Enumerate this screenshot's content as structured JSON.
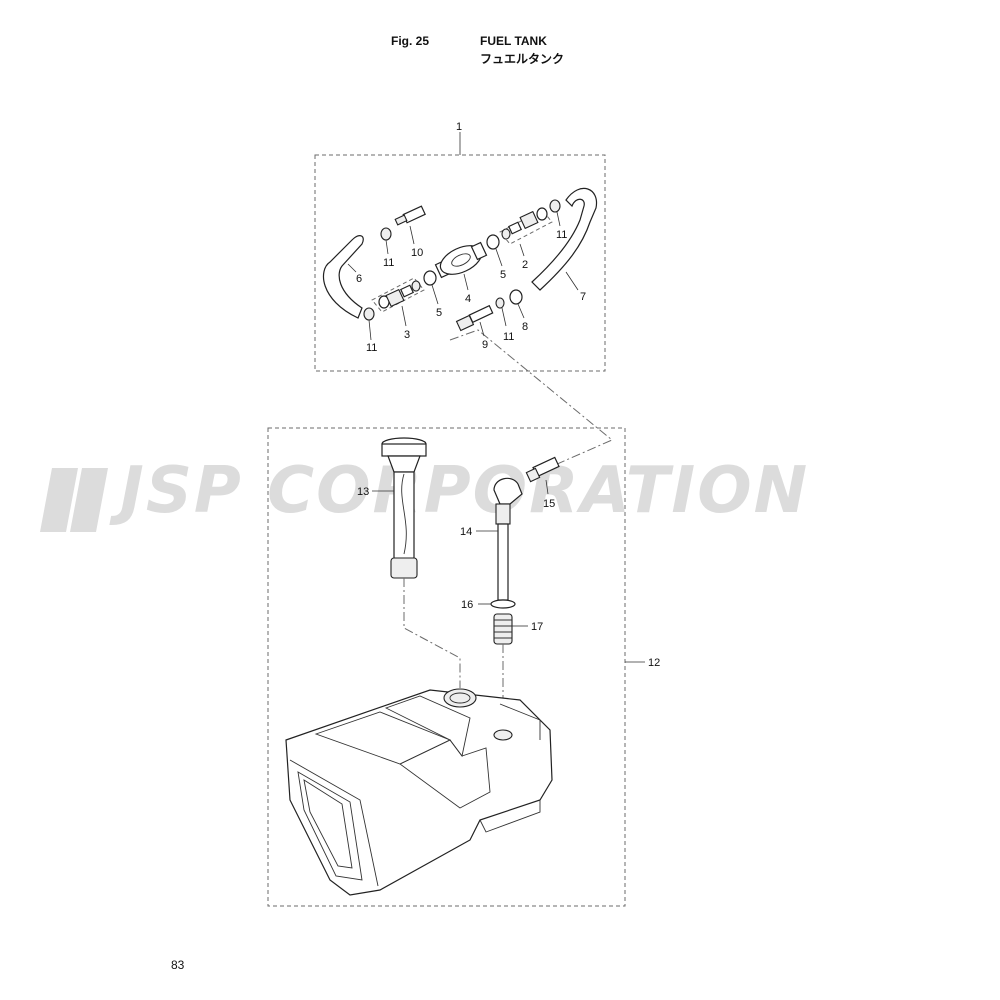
{
  "header": {
    "fig_label": "Fig. 25",
    "title_en": "FUEL TANK",
    "title_jp": "フュエルタンク"
  },
  "watermark": {
    "text": "JSP CORPORATION",
    "color": "#dcdcdc"
  },
  "page_number": "83",
  "callouts": {
    "c1": "1",
    "c2": "2",
    "c3": "3",
    "c4": "4",
    "c5a": "5",
    "c5b": "5",
    "c6": "6",
    "c7": "7",
    "c8": "8",
    "c9": "9",
    "c10": "10",
    "c11a": "11",
    "c11b": "11",
    "c11c": "11",
    "c11d": "11",
    "c12": "12",
    "c13": "13",
    "c14": "14",
    "c15": "15",
    "c16": "16",
    "c17": "17"
  }
}
